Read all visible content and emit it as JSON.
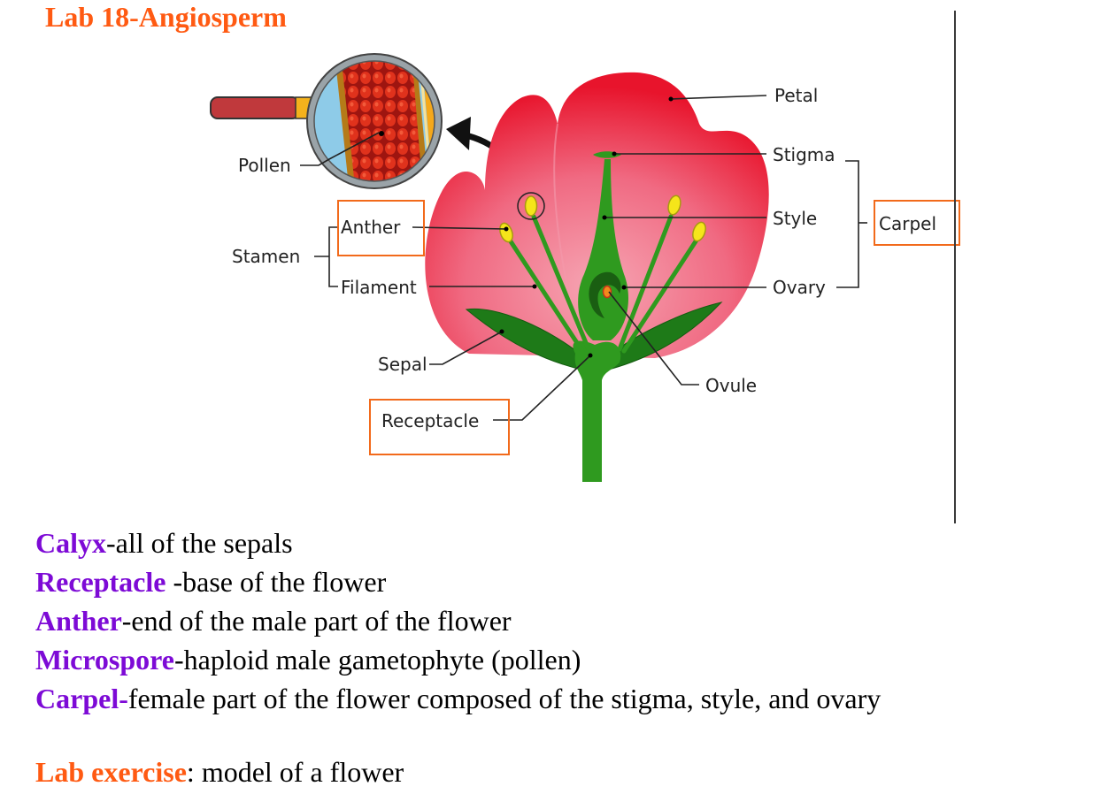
{
  "title": "Lab 18-Angiosperm",
  "diagram": {
    "labels": {
      "pollen": "Pollen",
      "stamen": "Stamen",
      "anther": "Anther",
      "filament": "Filament",
      "sepal": "Sepal",
      "receptacle": "Receptacle",
      "petal": "Petal",
      "stigma": "Stigma",
      "style": "Style",
      "ovary": "Ovary",
      "carpel": "Carpel",
      "ovule": "Ovule"
    },
    "highlighted": [
      "Anther",
      "Receptacle",
      "Carpel"
    ],
    "colors": {
      "highlight_box": "#f26a1b",
      "petal": "#e8142c",
      "petal_inner": "#f4889a",
      "green": "#2f9a1f",
      "dark_green": "#1d6e14",
      "anther": "#f5e51a"
    }
  },
  "definitions": [
    {
      "term": "Calyx",
      "text": "-all of the sepals"
    },
    {
      "term": "Receptacle",
      "text": " -base of the flower"
    },
    {
      "term": "Anther",
      "text": "-end of the male part of the flower"
    },
    {
      "term": "Microspore",
      "text": "-haploid male gametophyte (pollen)"
    },
    {
      "term": "Carpel-",
      "text": "female part of the flower composed of the stigma, style, and ovary"
    }
  ],
  "lab_exercise": {
    "label": "Lab exercise",
    "text": ": model of a flower"
  }
}
